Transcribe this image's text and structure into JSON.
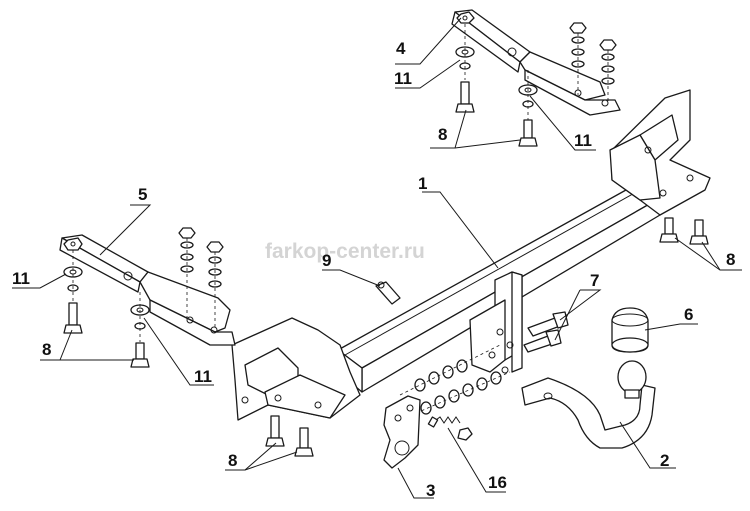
{
  "watermark": "farkop-center.ru",
  "callouts": {
    "c1": "1",
    "c2": "2",
    "c3": "3",
    "c4": "4",
    "c5": "5",
    "c6": "6",
    "c7": "7",
    "c8a": "8",
    "c8b": "8",
    "c8c": "8",
    "c8d": "8",
    "c9": "9",
    "c11a": "11",
    "c11b": "11",
    "c11c": "11",
    "c11d": "11",
    "c16": "16"
  }
}
